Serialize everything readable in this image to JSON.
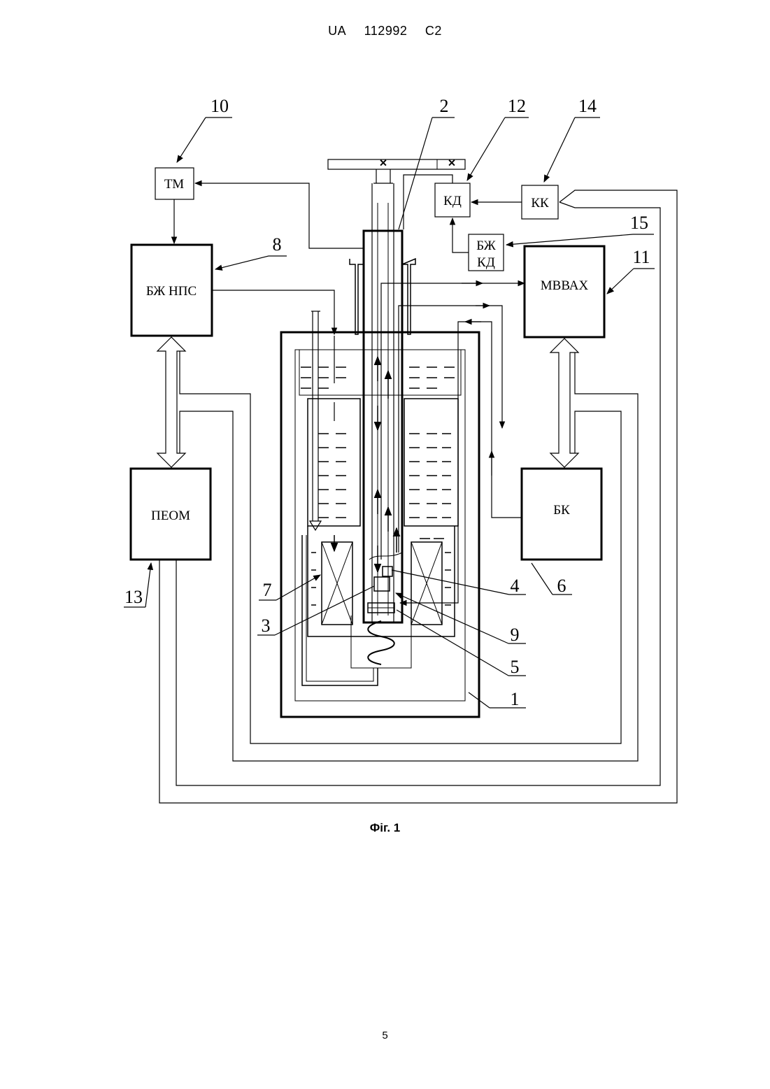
{
  "header": {
    "country": "UA",
    "number": "112992",
    "kind": "C2"
  },
  "figure": {
    "caption": "Фіг. 1"
  },
  "page": {
    "number": "5"
  },
  "blocks": {
    "tm": "ТМ",
    "bzh_nps": "БЖ НПС",
    "peom": "ПЕОМ",
    "kd": "КД",
    "kk": "КК",
    "bzh_kd_line1": "БЖ",
    "bzh_kd_line2": "КД",
    "mvvah": "МВВАХ",
    "bk": "БК"
  },
  "callouts": {
    "n1": "1",
    "n2": "2",
    "n3": "3",
    "n4": "4",
    "n5": "5",
    "n6": "6",
    "n7": "7",
    "n8": "8",
    "n9": "9",
    "n10": "10",
    "n11": "11",
    "n12": "12",
    "n13": "13",
    "n14": "14",
    "n15": "15"
  }
}
